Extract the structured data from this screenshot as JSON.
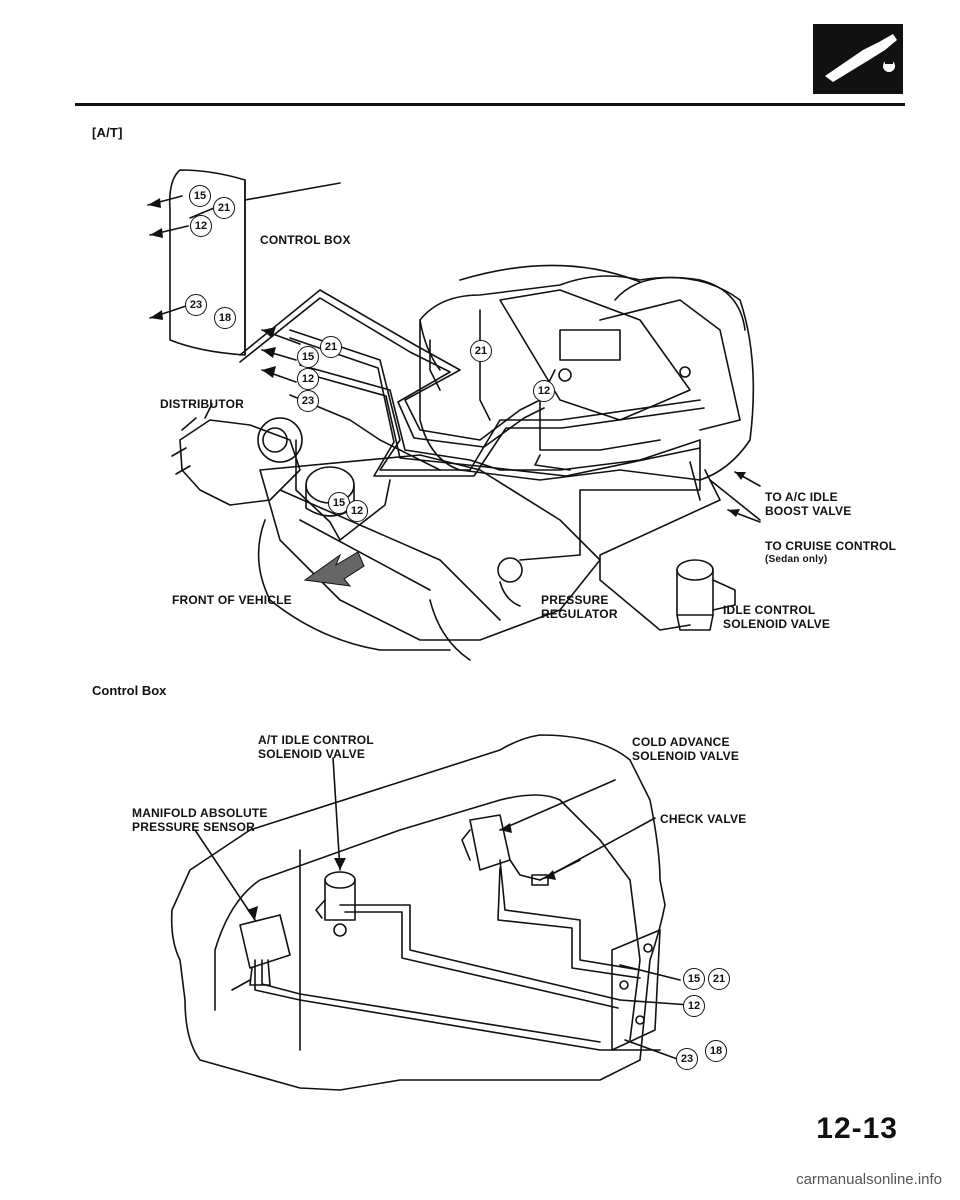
{
  "header": {
    "logo_icon": "fuel-pump-nozzle-icon",
    "transmission_tag": "[A/T]"
  },
  "top_diagram": {
    "labels": {
      "control_box": "CONTROL BOX",
      "distributor": "DISTRIBUTOR",
      "front_of_vehicle": "FRONT OF VEHICLE",
      "pressure_regulator": "PRESSURE\nREGULATOR",
      "to_ac_idle": "TO A/C IDLE\nBOOST VALVE",
      "to_cruise": "TO CRUISE CONTROL",
      "to_cruise_note": "(Sedan only)",
      "idle_control": "IDLE CONTROL\nSOLENOID VALVE"
    },
    "hose_numbers": {
      "n15": "15",
      "n21": "21",
      "n12": "12",
      "n23": "23",
      "n18": "18"
    }
  },
  "bottom_diagram": {
    "title": "Control Box",
    "labels": {
      "at_idle": "A/T IDLE CONTROL\nSOLENOID VALVE",
      "cold_advance": "COLD ADVANCE\nSOLENOID VALVE",
      "map_sensor": "MANIFOLD ABSOLUTE\nPRESSURE SENSOR",
      "check_valve": "CHECK VALVE"
    }
  },
  "footer": {
    "page_number": "12-13",
    "watermark": "carmanualsonline.info"
  }
}
